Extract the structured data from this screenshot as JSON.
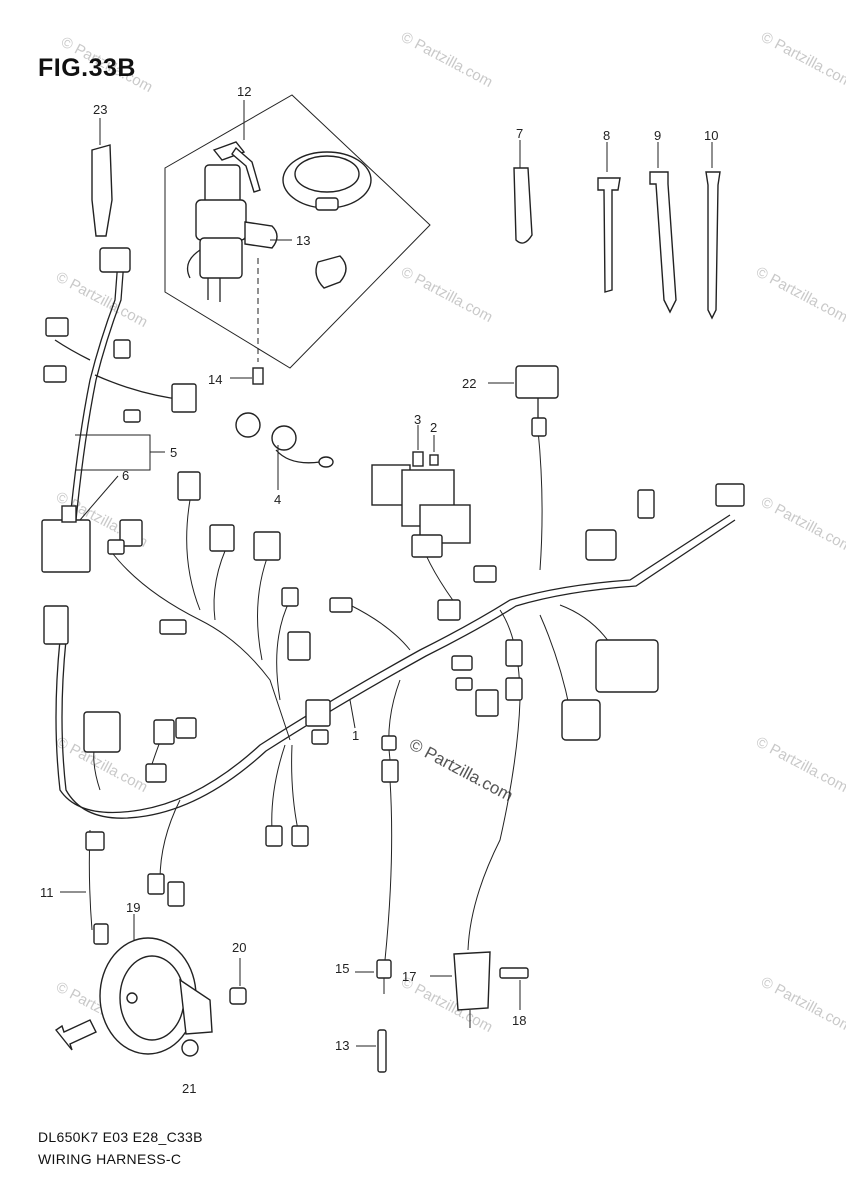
{
  "title": "FIG.33B",
  "footer": {
    "code": "DL650K7 E03 E28_C33B",
    "name": "WIRING HARNESS-C"
  },
  "watermark": {
    "small": "© Partzilla.com",
    "main": "© Partzilla.com"
  },
  "callouts": {
    "c1": "1",
    "c2": "2",
    "c3": "3",
    "c4": "4",
    "c5": "5",
    "c6": "6",
    "c7": "7",
    "c8": "8",
    "c9": "9",
    "c10": "10",
    "c11": "11",
    "c12": "12",
    "c13a": "13",
    "c13b": "13",
    "c14": "14",
    "c15": "15",
    "c17": "17",
    "c18": "18",
    "c19": "19",
    "c20": "20",
    "c21": "21",
    "c22": "22",
    "c23": "23"
  }
}
